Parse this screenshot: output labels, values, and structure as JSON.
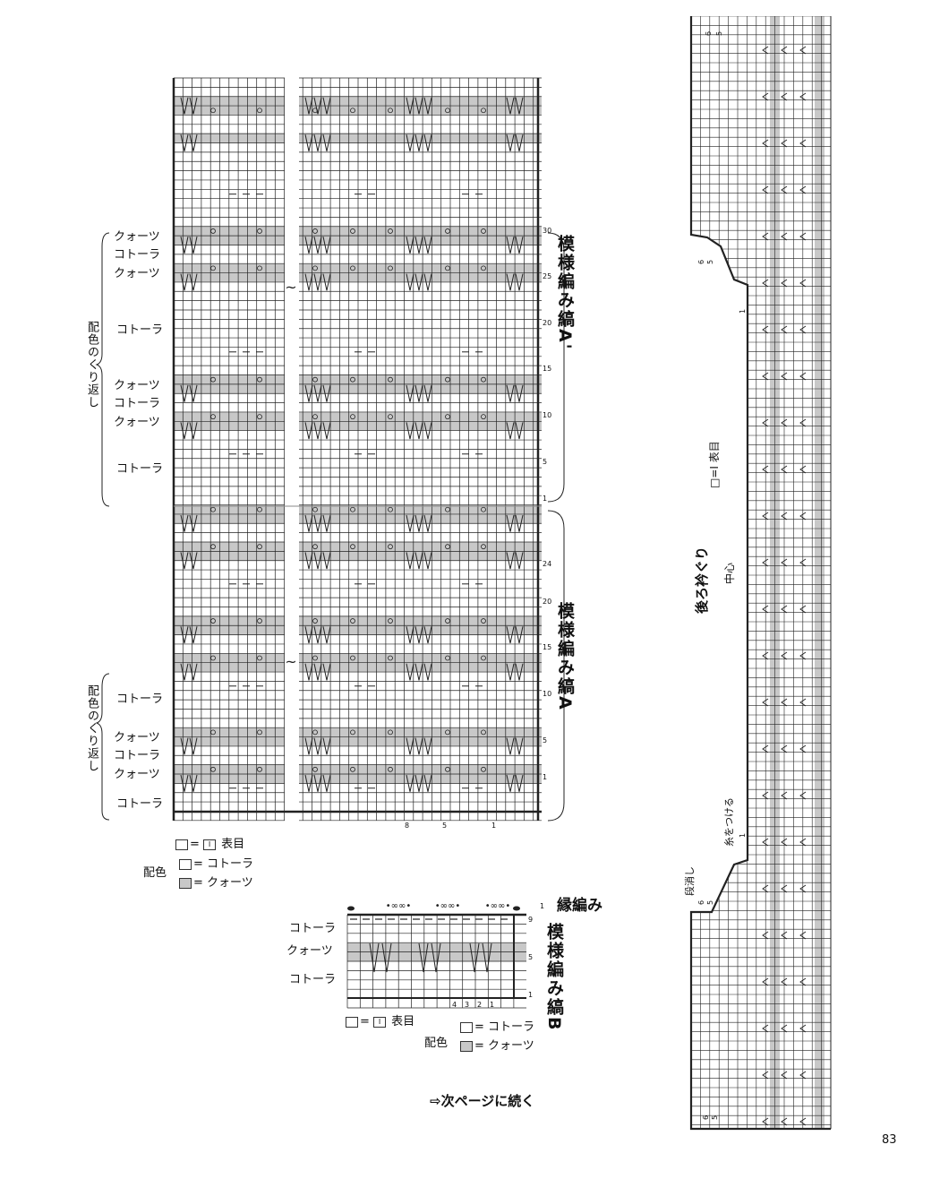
{
  "chart_a_prime": {
    "title": "模様編み縞A'",
    "row_numbers": [
      "30",
      "25",
      "20",
      "15",
      "10",
      "5",
      "1"
    ],
    "color_labels": [
      "クォーツ",
      "コトーラ",
      "クォーツ",
      "コトーラ",
      "クォーツ",
      "コトーラ",
      "クォーツ",
      "コトーラ"
    ],
    "repeat_label": "配色のくり返し"
  },
  "chart_a": {
    "title": "模様編み縞A",
    "row_numbers": [
      "24",
      "20",
      "15",
      "10",
      "5",
      "1"
    ],
    "column_numbers": [
      "8",
      "5",
      "1"
    ],
    "color_labels": [
      "コトーラ",
      "クォーツ",
      "コトーラ",
      "クォーツ",
      "コトーラ"
    ],
    "repeat_label": "配色のくり返し"
  },
  "legend_a": {
    "knit": "= ",
    "knit_symbol": "I",
    "knit_label": "表目",
    "color_title": "配色",
    "color1": "= コトーラ",
    "color2": "= クォーツ"
  },
  "chart_b": {
    "edge_title": "縁編み",
    "edge_row": "1",
    "title": "模様編み縞B",
    "row_numbers": [
      "9",
      "5",
      "1"
    ],
    "column_numbers": [
      "4",
      "3",
      "2",
      "1"
    ],
    "color_labels": [
      "コトーラ",
      "クォーツ",
      "コトーラ"
    ]
  },
  "legend_b": {
    "knit": "= ",
    "knit_symbol": "I",
    "knit_label": "表目",
    "color_title": "配色",
    "color1": "= コトーラ",
    "color2": "= クォーツ"
  },
  "back_neck": {
    "title": "後ろ衿ぐり",
    "center": "中心",
    "legend": "□=I 表目",
    "attach_yarn": "糸をつける",
    "bind_off": "段消し",
    "row_marks": [
      "6",
      "5",
      "6",
      "5",
      "1",
      "1",
      "6",
      "5",
      "6",
      "5"
    ]
  },
  "continue_note": "⇨次ページに続く",
  "page_number": "83",
  "colors": {
    "shade": "#c8c8c8",
    "line": "#222222"
  }
}
